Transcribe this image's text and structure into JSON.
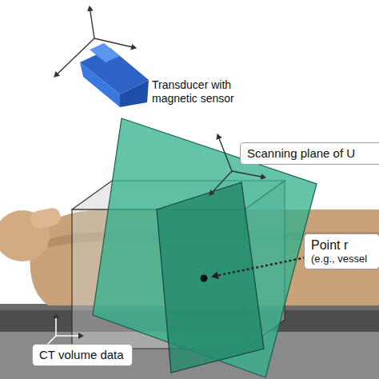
{
  "diagram": {
    "nodes": [
      {
        "text": [
          "Scanning plane of U"
        ]
      },
      {
        "text": [
          "Point r",
          "(e.g., vessel"
        ]
      },
      {
        "text": [
          "CT volume data"
        ]
      }
    ],
    "labels": [
      "Transducer with magnetic sensor"
    ]
  }
}
